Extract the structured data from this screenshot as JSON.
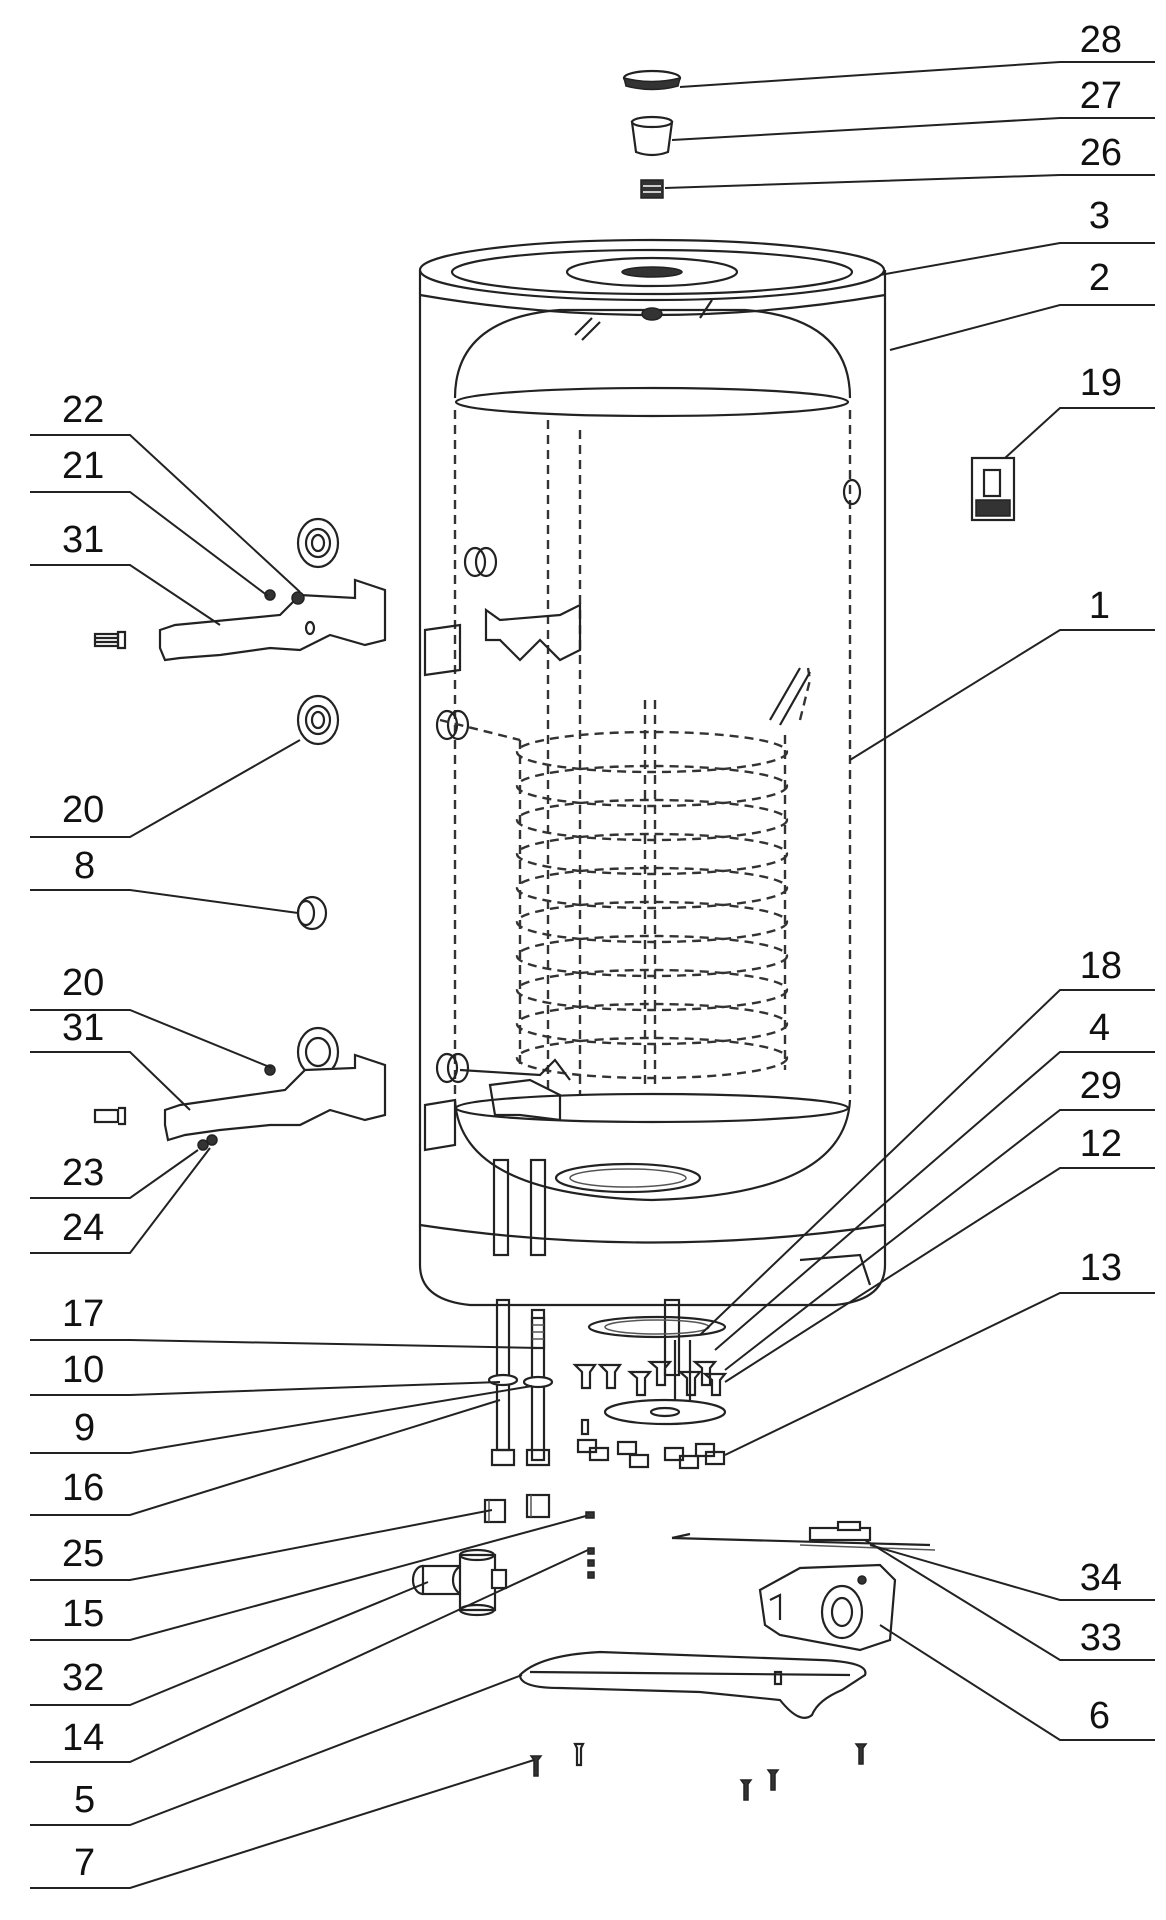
{
  "labels": {
    "l28": "28",
    "l27": "27",
    "l26": "26",
    "l3": "3",
    "l2": "2",
    "l19": "19",
    "l22": "22",
    "l21": "21",
    "l31a": "31",
    "l1": "1",
    "l20a": "20",
    "l8": "8",
    "l20b": "20",
    "l31b": "31",
    "l18": "18",
    "l4": "4",
    "l29": "29",
    "l23": "23",
    "l12": "12",
    "l24": "24",
    "l17": "17",
    "l13": "13",
    "l10": "10",
    "l9": "9",
    "l16": "16",
    "l25": "25",
    "l34": "34",
    "l15": "15",
    "l33": "33",
    "l32": "32",
    "l6": "6",
    "l14": "14",
    "l5": "5",
    "l7": "7"
  }
}
